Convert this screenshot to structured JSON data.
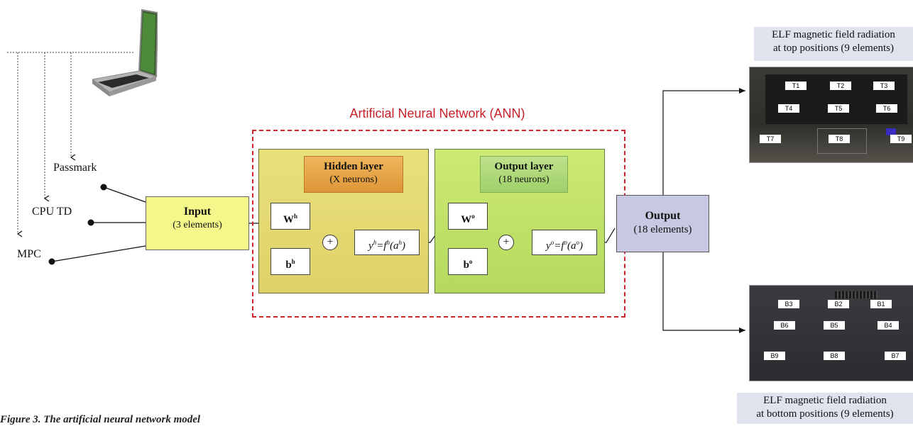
{
  "ann_title": "Artificial Neural Network (ANN)",
  "inputs": {
    "passmark": "Passmark",
    "cpu_td": "CPU TD",
    "mpc": "MPC"
  },
  "input_box": {
    "title": "Input",
    "subtitle": "(3 elements)"
  },
  "hidden_layer": {
    "title": "Hidden layer",
    "subtitle": "(X neurons)",
    "weight": "W",
    "weight_sup": "h",
    "bias": "b",
    "bias_sup": "h",
    "plus": "+",
    "func": "y",
    "func_sup": "h",
    "func_mid": "=f",
    "func_sup2": "h",
    "func_paren": "(a",
    "func_sup3": "h",
    "func_end": ")"
  },
  "output_layer": {
    "title": "Output layer",
    "subtitle": "(18 neurons)",
    "weight": "W",
    "weight_sup": "o",
    "bias": "b",
    "bias_sup": "o",
    "plus": "+",
    "func": "y",
    "func_sup": "o",
    "func_mid": "=f",
    "func_sup2": "o",
    "func_paren": "(a",
    "func_sup3": "o",
    "func_end": ")"
  },
  "output_box": {
    "title": "Output",
    "subtitle": "(18 elements)"
  },
  "top_caption": {
    "line1": "ELF magnetic field radiation",
    "line2": "at top positions (9 elements)"
  },
  "bottom_caption": {
    "line1": "ELF magnetic field radiation",
    "line2": "at bottom positions (9 elements)"
  },
  "top_positions": [
    "T1",
    "T2",
    "T3",
    "T4",
    "T5",
    "T6",
    "T7",
    "T8",
    "T9"
  ],
  "bottom_positions": [
    "B3",
    "B2",
    "B1",
    "B6",
    "B5",
    "B4",
    "B9",
    "B8",
    "B7"
  ],
  "figure_caption": "Figure 3. The artificial neural network model",
  "colors": {
    "ann_frame": "#d0242c",
    "input_fill": "#f4f78a",
    "hidden_fill": "#e0d169",
    "output_layer_fill": "#b4d95d",
    "output_fill": "#c7c9e2"
  }
}
